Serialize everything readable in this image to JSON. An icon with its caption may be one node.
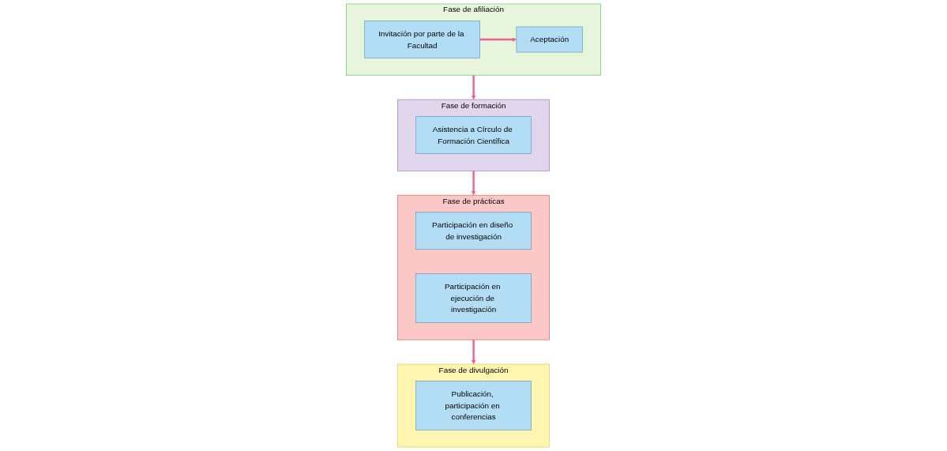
{
  "diagram": {
    "nodes": [
      {
        "text": [
          "Fase de afiliación"
        ]
      },
      {
        "text": [
          "Invitación por parte de la Facultad"
        ],
        "in": 0
      },
      {
        "text": [
          "Aceptación"
        ],
        "in": 0
      },
      {
        "text": [
          "Fase de formación"
        ]
      },
      {
        "text": [
          "Asistencia a Círculo de Formación Científica"
        ],
        "in": 3
      },
      {
        "text": [
          "Fase de prácticas"
        ]
      },
      {
        "text": [
          "Participación en diseño de investigación"
        ],
        "in": 5
      },
      {
        "text": [
          "Participación en ejecución de investigación"
        ],
        "in": 5
      },
      {
        "text": [
          "Fase de divulgación"
        ]
      },
      {
        "text": [
          "Publicación, participación en conferencias"
        ],
        "in": 8
      }
    ],
    "edges": [
      {
        "from": 1,
        "to": 2,
        "arrow": "to"
      },
      {
        "from": 0,
        "to": 3,
        "arrow": "to"
      },
      {
        "from": 3,
        "to": 5,
        "arrow": "to"
      },
      {
        "from": 5,
        "to": 8,
        "arrow": "to"
      }
    ]
  }
}
